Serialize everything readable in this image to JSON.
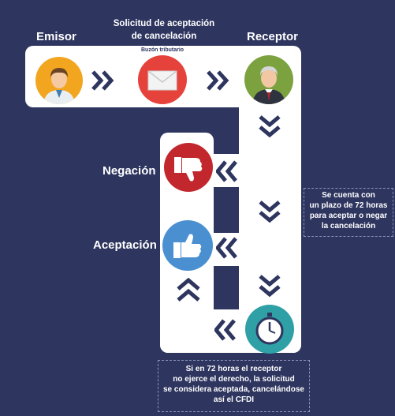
{
  "header": {
    "emisor": "Emisor",
    "receptor": "Receptor",
    "request_line1": "Solicitud de aceptación",
    "request_line2": "de cancelación",
    "mailbox": "Buzón tributario"
  },
  "labels": {
    "negacion": "Negación",
    "aceptacion": "Aceptación"
  },
  "notes": {
    "plazo": [
      "Se cuenta con",
      "un plazo  de 72 horas",
      "para aceptar o negar",
      "la cancelación"
    ],
    "tacita": [
      "Si en 72 horas el receptor",
      "no ejerce el derecho, la solicitud",
      "se considera aceptada, cancelándose",
      "así el CFDI"
    ]
  },
  "colors": {
    "background": "#2e355f",
    "chevron": "#2e355f",
    "emisor_circle": "#f2a51e",
    "mail_circle": "#e6423c",
    "receptor_circle": "#7ba23f",
    "deny_circle": "#c1272d",
    "accept_circle": "#4a90d0",
    "timer_circle": "#2fa0a6"
  },
  "icons": [
    "person-icon",
    "envelope-icon",
    "elder-person-icon",
    "thumbs-down-icon",
    "thumbs-up-icon",
    "stopwatch-icon",
    "chevron-icon"
  ]
}
